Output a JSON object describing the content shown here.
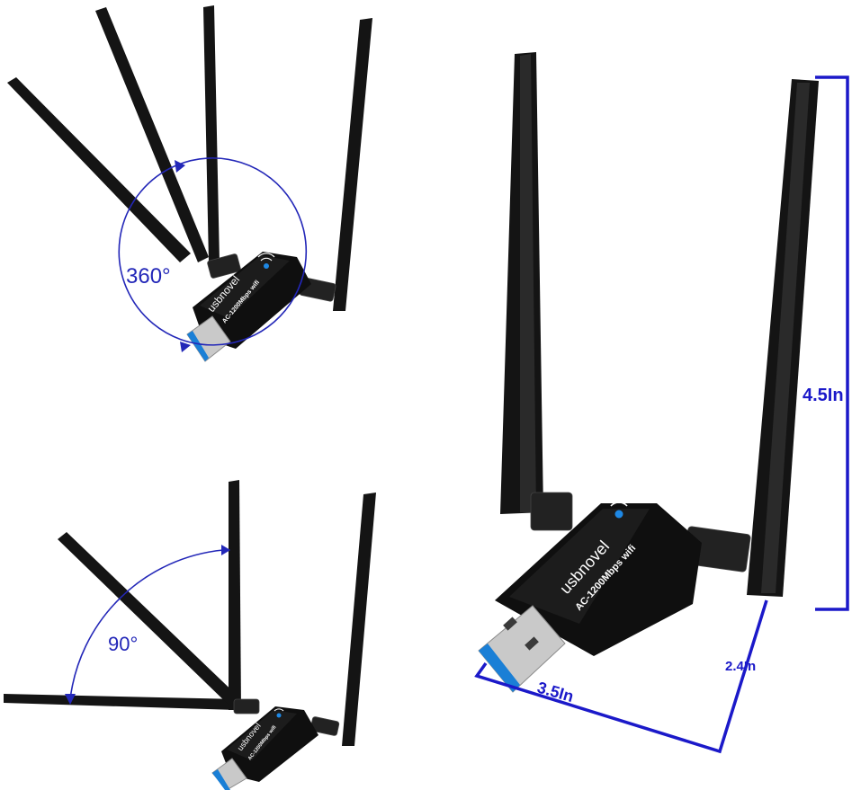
{
  "product": {
    "brand_name": "usbnovel",
    "model_label": "AC-1200Mbps wifi"
  },
  "rotation_labels": {
    "swivel": "360°",
    "tilt": "90°"
  },
  "dimensions": {
    "height": "4.5In",
    "length": "3.5In",
    "width": "2.4In"
  },
  "colors": {
    "annotation_blue": "#1b19c9",
    "antenna_black": "#141414",
    "usb_connector_blue": "#1a7fd6",
    "wifi_logo_blue": "#1e88e5"
  }
}
